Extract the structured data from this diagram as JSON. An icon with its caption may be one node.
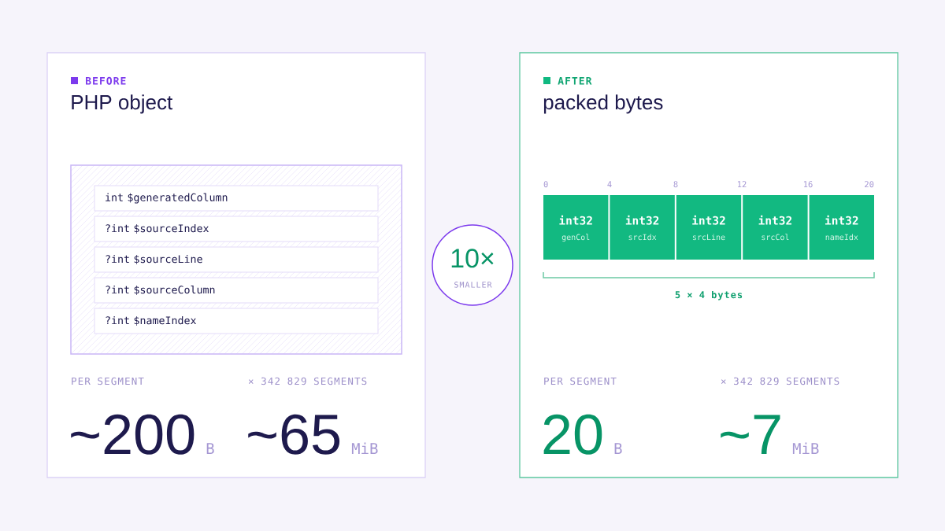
{
  "diagram": {
    "nodes": [
      {
        "text": [
          "BEFORE",
          "PHP object"
        ]
      },
      {
        "text": [],
        "shape": "box",
        "in": 0
      },
      {
        "text": [
          "int $generatedColumn"
        ],
        "in": 1
      },
      {
        "text": [
          "?int $sourceIndex"
        ],
        "in": 1
      },
      {
        "text": [
          "?int $sourceLine"
        ],
        "in": 1
      },
      {
        "text": [
          "?int $sourceColumn"
        ],
        "in": 1
      },
      {
        "text": [
          "?int $nameIndex"
        ],
        "in": 1
      },
      {
        "text": [
          "10×",
          "SMALLER"
        ]
      },
      {
        "text": [
          "AFTER",
          "packed bytes"
        ]
      },
      {
        "text": [
          "int32",
          "genCol"
        ],
        "in": 8
      },
      {
        "text": [
          "int32",
          "srcIdx"
        ],
        "in": 8
      },
      {
        "text": [
          "int32",
          "srcLine"
        ],
        "in": 8
      },
      {
        "text": [
          "int32",
          "srcCol"
        ],
        "in": 8
      },
      {
        "text": [
          "int32",
          "nameIdx"
        ],
        "in": 8
      }
    ],
    "labels": [
      "PER SEGMENT",
      "× 342 829 SEGMENTS",
      "~200",
      "B",
      "~65",
      "MiB",
      "0",
      "4",
      "8",
      "12",
      "16",
      "20",
      "5 × 4 bytes",
      "PER SEGMENT",
      "× 342 829 SEGMENTS",
      "20",
      "B",
      "~7",
      "MiB"
    ]
  }
}
